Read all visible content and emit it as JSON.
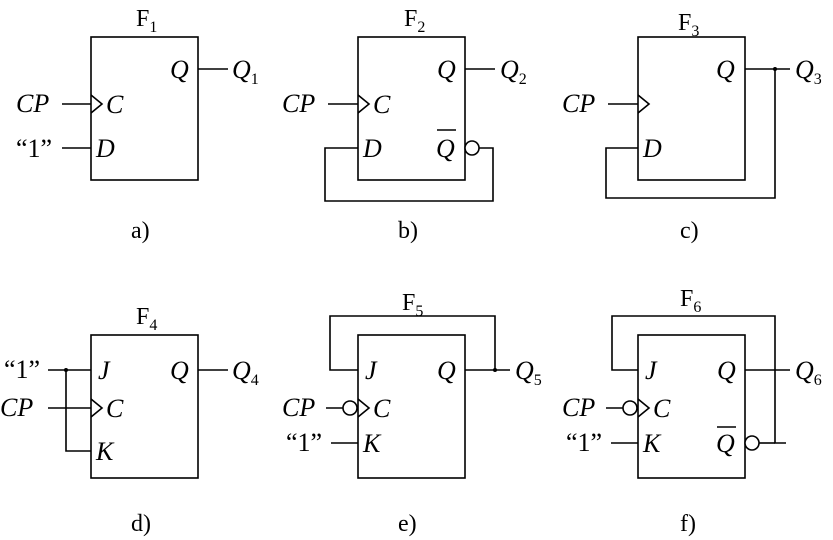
{
  "circuits": [
    {
      "name": "F",
      "name_sub": "1",
      "caption": "a)",
      "pins": {
        "C": "C",
        "D": "D",
        "Q": "Q"
      },
      "inputs": {
        "clock": "CP",
        "data": "“1”"
      },
      "output": {
        "text": "Q",
        "sub": "1"
      }
    },
    {
      "name": "F",
      "name_sub": "2",
      "caption": "b)",
      "pins": {
        "C": "C",
        "D": "D",
        "Q": "Q",
        "Qbar": "Q"
      },
      "inputs": {
        "clock": "CP"
      },
      "output": {
        "text": "Q",
        "sub": "2"
      }
    },
    {
      "name": "F",
      "name_sub": "3",
      "caption": "c)",
      "pins": {
        "D": "D",
        "Q": "Q"
      },
      "inputs": {
        "clock": "CP"
      },
      "output": {
        "text": "Q",
        "sub": "3"
      }
    },
    {
      "name": "F",
      "name_sub": "4",
      "caption": "d)",
      "pins": {
        "J": "J",
        "C": "C",
        "K": "K",
        "Q": "Q"
      },
      "inputs": {
        "one": "“1”",
        "clock": "CP"
      },
      "output": {
        "text": "Q",
        "sub": "4"
      }
    },
    {
      "name": "F",
      "name_sub": "5",
      "caption": "e)",
      "pins": {
        "J": "J",
        "C": "C",
        "K": "K",
        "Q": "Q"
      },
      "inputs": {
        "clock": "CP",
        "one": "“1”"
      },
      "output": {
        "text": "Q",
        "sub": "5"
      }
    },
    {
      "name": "F",
      "name_sub": "6",
      "caption": "f)",
      "pins": {
        "J": "J",
        "C": "C",
        "K": "K",
        "Q": "Q",
        "Qbar": "Q"
      },
      "inputs": {
        "clock": "CP",
        "one": "“1”"
      },
      "output": {
        "text": "Q",
        "sub": "6"
      }
    }
  ]
}
